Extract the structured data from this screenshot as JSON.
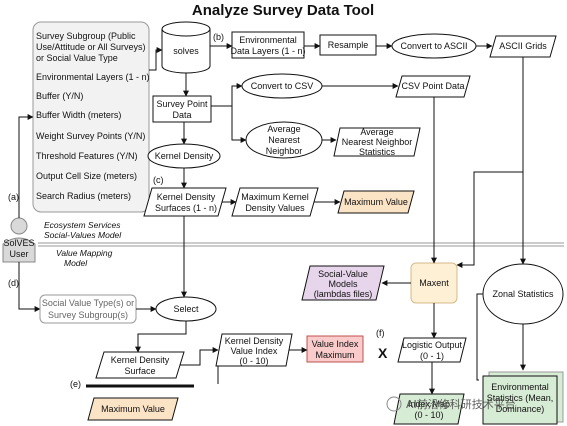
{
  "title": "Analyze Survey Data Tool",
  "inputs_panel": {
    "items": [
      "Survey Subgroup (Public",
      "Use/Attitude or All Surveys)",
      "or Social Value Type",
      "Environmental Layers (1 - n)",
      "Buffer (Y/N)",
      "Buffer Width (meters)",
      "Weight Survey Points (Y/N)",
      "Threshold Features (Y/N)",
      "Output Cell Size (meters)",
      "Search Radius (meters)"
    ]
  },
  "user": {
    "line1": "SolVES",
    "line2": "User"
  },
  "model_labels": {
    "eco_line1": "Ecosystem Services",
    "eco_line2": "Social-Values Model",
    "vm_line1": "Value Mapping",
    "vm_line2": "Model"
  },
  "markers": {
    "a": "(a)",
    "b": "(b)",
    "c": "(c)",
    "d": "(d)",
    "e": "(e)",
    "f": "(f)",
    "x": "X"
  },
  "nodes": {
    "solves": "solves",
    "env_layers_1": "Environmental",
    "env_layers_2": "Data Layers (1 - n)",
    "resample": "Resample",
    "convert_ascii": "Convert to ASCII",
    "ascii_grids": "ASCII Grids",
    "survey_pt_1": "Survey Point",
    "survey_pt_2": "Data",
    "convert_csv": "Convert to CSV",
    "csv_data": "CSV Point Data",
    "ann_1": "Average",
    "ann_2": "Nearest",
    "ann_3": "Neighbor",
    "anns_1": "Average",
    "anns_2": "Nearest Neighbor",
    "anns_3": "Statistics",
    "kernel_density": "Kernel Density",
    "kds_1": "Kernel Density",
    "kds_2": "Surfaces (1 - n)",
    "mkdv_1": "Maximum Kernel",
    "mkdv_2": "Density Values",
    "max_value": "Maximum Value",
    "maxent": "Maxent",
    "svm_1": "Social-Value",
    "svm_2": "Models",
    "svm_3": "(lambdas files)",
    "zonal": "Zonal Statistics",
    "svt_1": "Social Value Type(s) or",
    "svt_2": "Survey Subgroup(s)",
    "select": "Select",
    "kds2_1": "Kernel Density",
    "kds2_2": "Surface",
    "kdvi_1": "Kernel Density",
    "kdvi_2": "Value Index",
    "kdvi_3": "(0 - 10)",
    "vim_1": "Value Index",
    "vim_2": "Maximum",
    "logistic_1": "Logistic Output",
    "logistic_2": "(0 - 1)",
    "max_value2": "Maximum Value",
    "index_map_1": "Index Map",
    "index_map_2": "(0 - 10)",
    "env_stats_1": "Environmental",
    "env_stats_2": "Statistics (Mean,",
    "env_stats_3": "Dominance)"
  },
  "watermark": "AI前沿修科研技术平台",
  "colors": {
    "orange": "#fbe3c6",
    "red": "#f9cbcb",
    "purple": "#e7d5ec",
    "maxent": "#fdf0d5",
    "green": "#d7ecd5",
    "panel": "#f2f2f2"
  }
}
